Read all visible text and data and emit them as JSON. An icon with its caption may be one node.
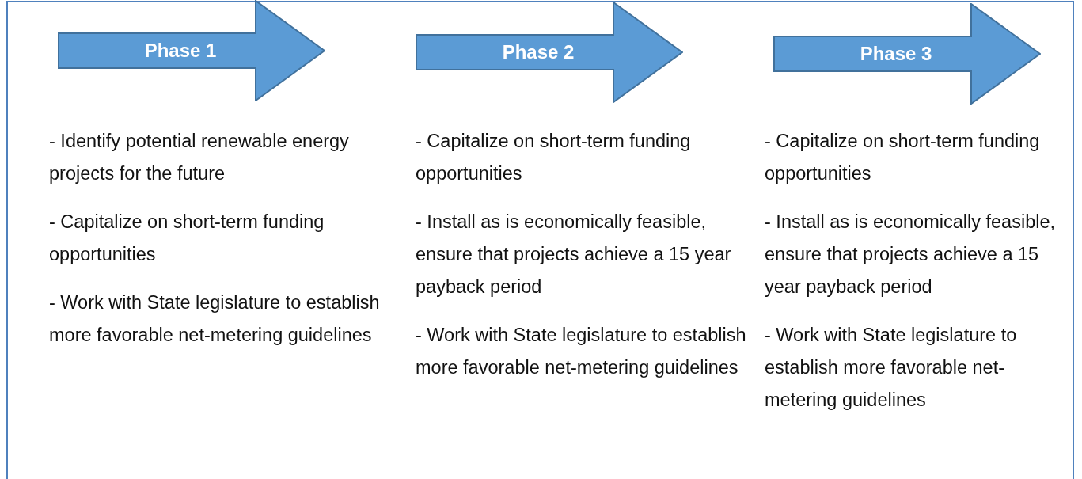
{
  "diagram": {
    "nodes": [
      {
        "text": [
          "Phase 1"
        ]
      },
      {
        "text": [
          "Phase 2"
        ]
      },
      {
        "text": [
          "Phase 3"
        ]
      }
    ],
    "labels": [
      "- Identify potential renewable energy projects for the future",
      "- Capitalize on short-term funding opportunities",
      "- Work with State legislature to establish more favorable net-metering guidelines",
      "- Capitalize on short-term funding opportunities",
      "- Install as is economically feasible, ensure that projects achieve a 15 year payback period",
      "- Work with State legislature to establish more favorable net-metering guidelines",
      "- Capitalize on short-term funding opportunities",
      "- Install as is economically feasible, ensure that projects achieve a 15 year payback period",
      "- Work with State legislature to establish more favorable net-metering guidelines"
    ]
  }
}
